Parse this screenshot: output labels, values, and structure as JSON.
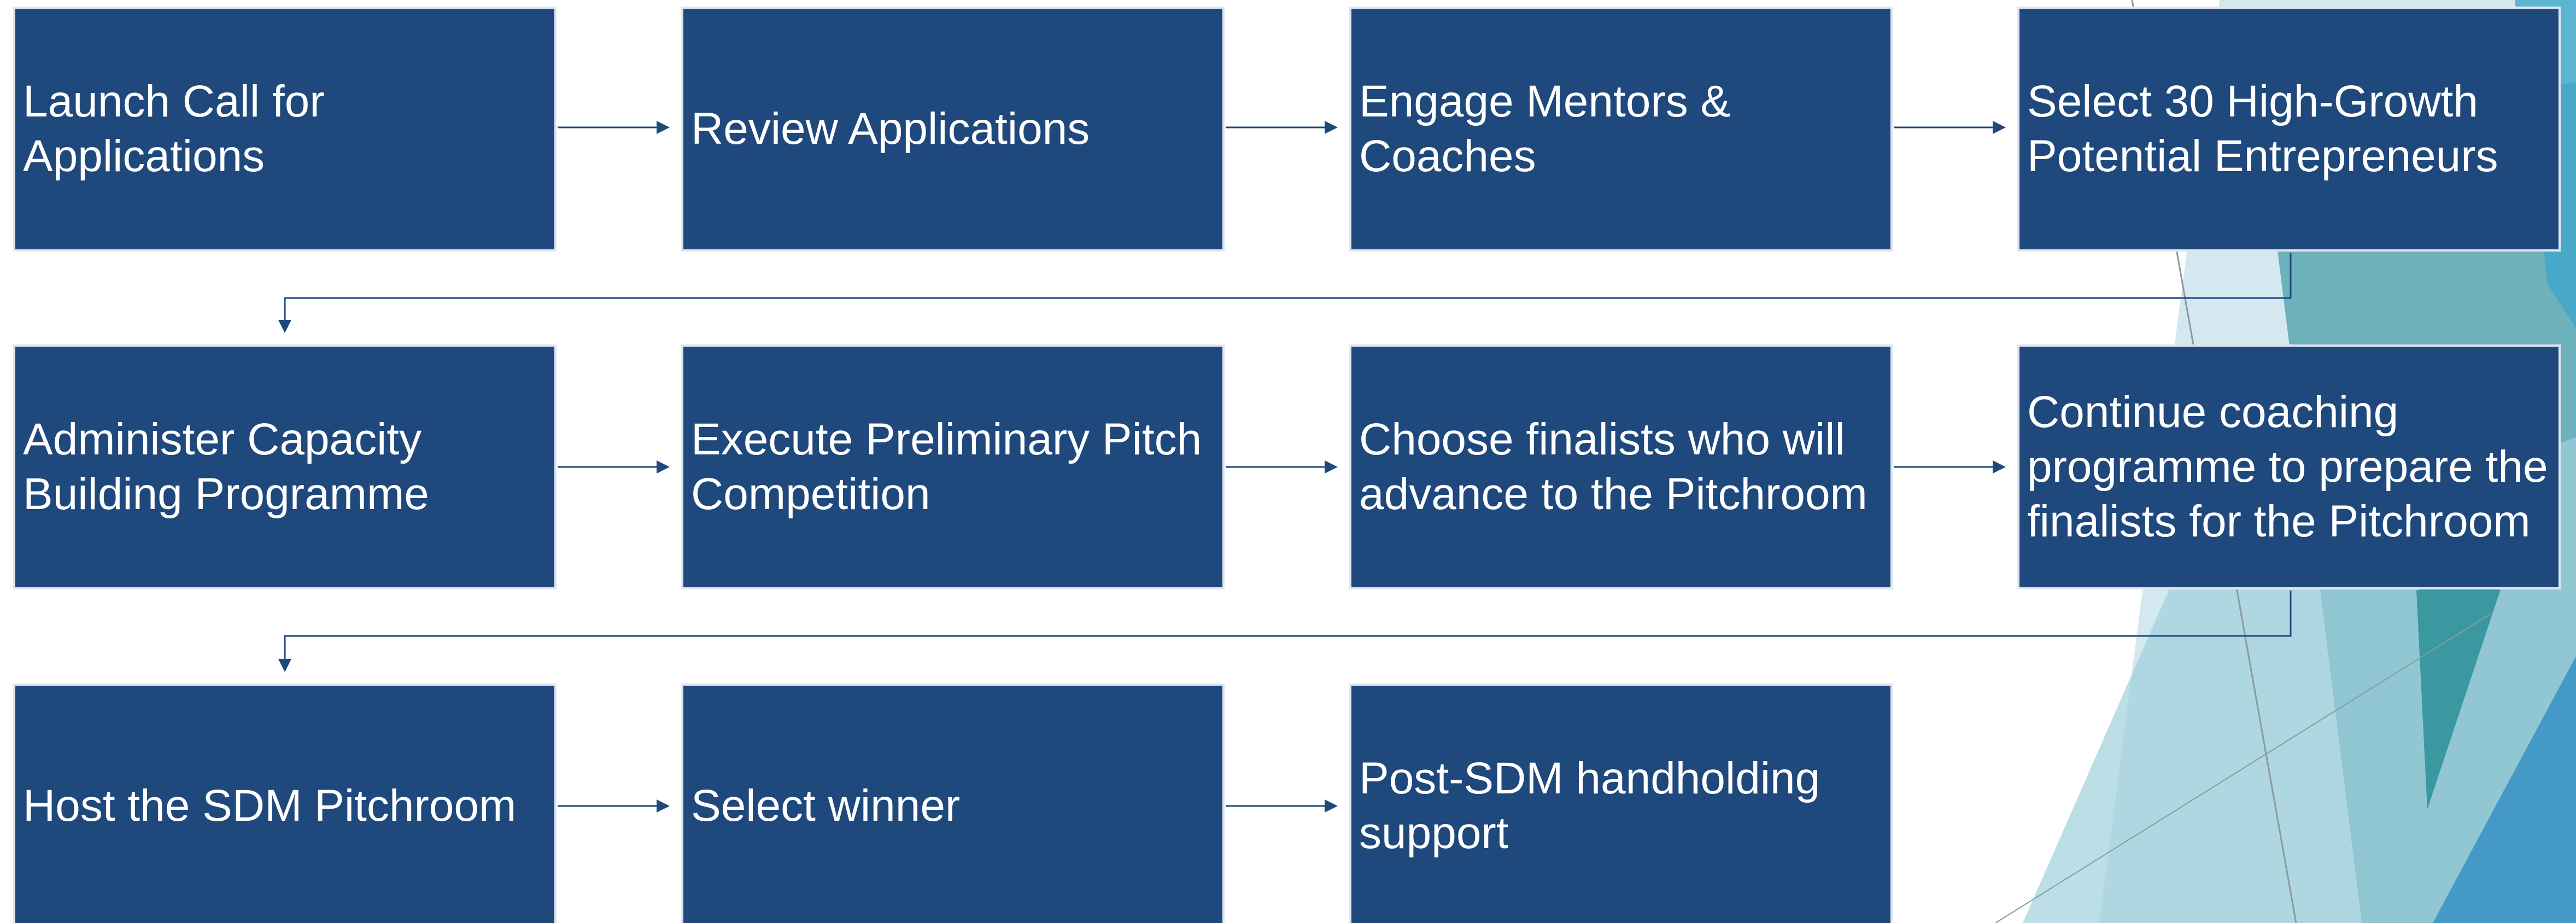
{
  "diagram": {
    "rows": [
      {
        "steps": [
          {
            "label": "Launch Call for Applications"
          },
          {
            "label": "Review Applications"
          },
          {
            "label": "Engage Mentors & Coaches"
          },
          {
            "label": "Select 30 High-Growth Potential Entrepreneurs"
          }
        ]
      },
      {
        "steps": [
          {
            "label": "Administer Capacity Building Programme"
          },
          {
            "label": "Execute Preliminary Pitch Competition"
          },
          {
            "label": "Choose finalists who will advance to the Pitchroom"
          },
          {
            "label": "Continue coaching programme to prepare the finalists for the Pitchroom"
          }
        ]
      },
      {
        "steps": [
          {
            "label": "Host the SDM Pitchroom"
          },
          {
            "label": "Select winner"
          },
          {
            "label": "Post-SDM handholding support"
          }
        ]
      }
    ]
  },
  "colors": {
    "box_fill": "#1f497d",
    "box_border": "#dfe6f0",
    "box_text": "#ffffff",
    "connector": "#1f497d"
  }
}
